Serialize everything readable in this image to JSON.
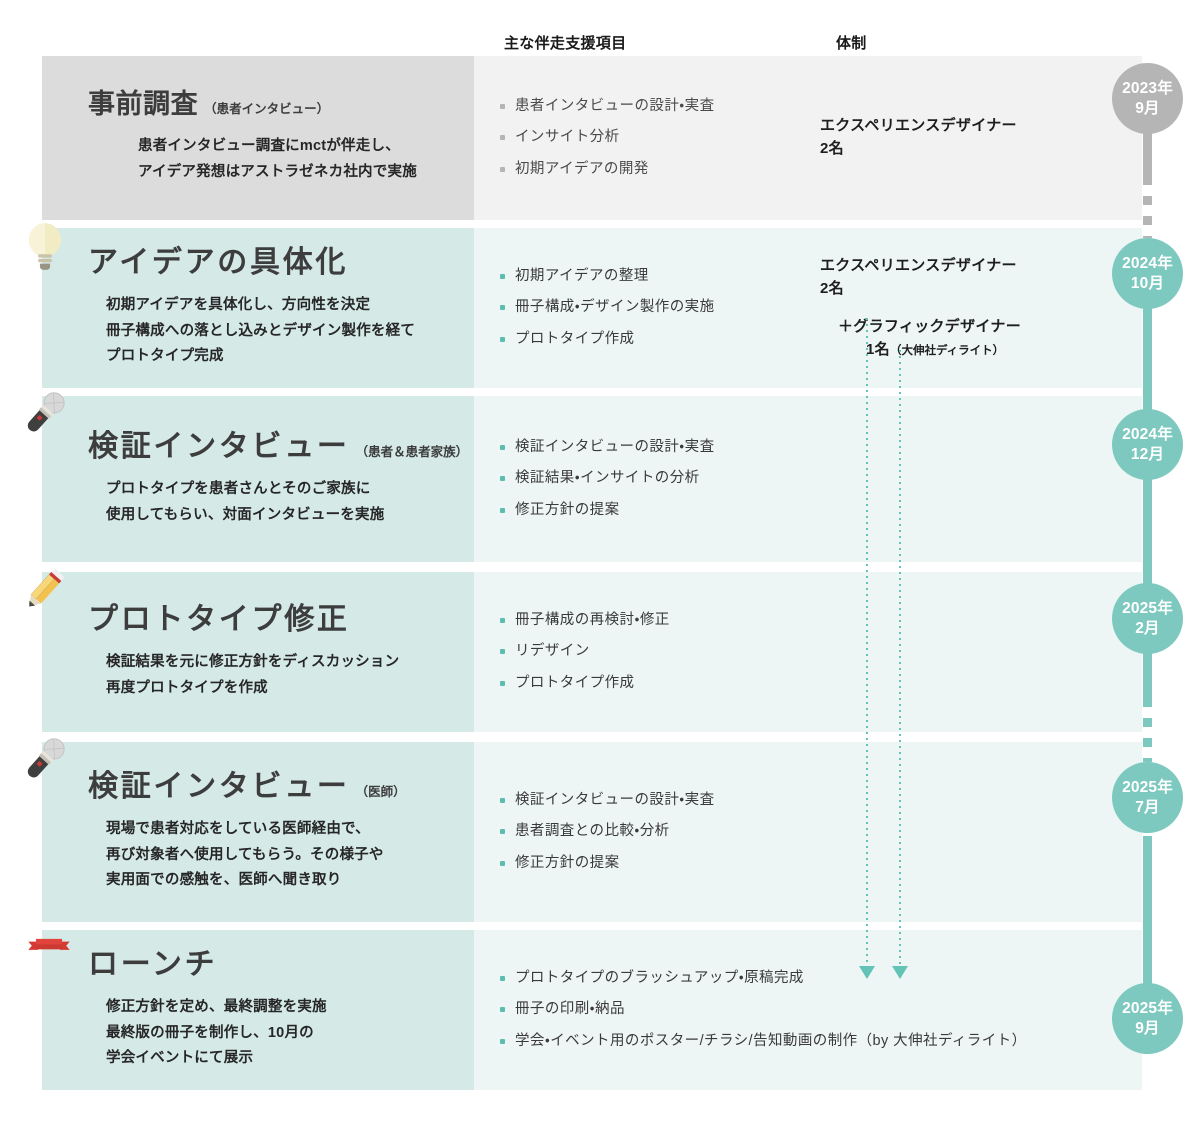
{
  "headers": {
    "items": "主な伴走支援項目",
    "team": "体制"
  },
  "colors": {
    "teal_panel": "#d5eae7",
    "teal_panel_light": "#eef6f5",
    "grey_panel": "#dcdcdc",
    "grey_panel_light": "#f2f2f2",
    "accent": "#7dc9bf",
    "accent_dot": "#5bbdb0",
    "grey_node": "#b5b5b5"
  },
  "rows": [
    {
      "icon": "none",
      "title": "事前調査",
      "subtitle": "（患者インタビュー）",
      "desc": [
        "患者インタビュー調査にmctが伴走し、",
        "アイデア発想はアストラゼネカ社内で実施"
      ],
      "items": [
        "患者インタビューの設計・実査",
        "インサイト分析",
        "初期アイデアの開発"
      ],
      "team_main": [
        "エクスペリエンスデザイナー",
        "2名"
      ],
      "team_extra": null,
      "team_extra_note": null
    },
    {
      "icon": "lightbulb-icon",
      "title": "アイデアの具体化",
      "subtitle": "",
      "desc": [
        "初期アイデアを具体化し、方向性を決定",
        "冊子構成への落とし込みとデザイン製作を経て",
        "プロトタイプ完成"
      ],
      "items": [
        "初期アイデアの整理",
        "冊子構成・デザイン製作の実施",
        "プロトタイプ作成"
      ],
      "team_main": [
        "エクスペリエンスデザイナー",
        "2名"
      ],
      "team_extra": "＋グラフィックデザイナー",
      "team_extra_line2": "1名",
      "team_extra_note": "（大伸社ディライト）"
    },
    {
      "icon": "microphone-icon",
      "title": "検証インタビュー",
      "subtitle": "（患者＆患者家族）",
      "desc": [
        "プロトタイプを患者さんとそのご家族に",
        "使用してもらい、対面インタビューを実施"
      ],
      "items": [
        "検証インタビューの設計・実査",
        "検証結果・インサイトの分析",
        "修正方針の提案"
      ],
      "team_main": null,
      "team_extra": null,
      "team_extra_note": null
    },
    {
      "icon": "pencil-icon",
      "title": "プロトタイプ修正",
      "subtitle": "",
      "desc": [
        "検証結果を元に修正方針をディスカッション",
        "再度プロトタイプを作成"
      ],
      "items": [
        "冊子構成の再検討・修正",
        "リデザイン",
        "プロトタイプ作成"
      ],
      "team_main": null,
      "team_extra": null,
      "team_extra_note": null
    },
    {
      "icon": "microphone-icon",
      "title": "検証インタビュー",
      "subtitle": "（医師）",
      "desc": [
        "現場で患者対応をしている医師経由で、",
        "再び対象者へ使用してもらう。その様子や",
        "実用面での感触を、医師へ聞き取り"
      ],
      "items": [
        "検証インタビューの設計・実査",
        "患者調査との比較・分析",
        "修正方針の提案"
      ],
      "team_main": null,
      "team_extra": null,
      "team_extra_note": null
    },
    {
      "icon": "ribbon-icon",
      "title": "ローンチ",
      "subtitle": "",
      "desc": [
        "修正方針を定め、最終調整を実施",
        "最終版の冊子を制作し、10月の",
        "学会イベントにて展示"
      ],
      "items": [
        "プロトタイプのブラッシュアップ・原稿完成",
        "冊子の印刷・納品",
        "学会・イベント用のポスター/チラシ/告知動画の制作（by 大伸社ディライト）"
      ],
      "team_main": null,
      "team_extra": null,
      "team_extra_note": null
    }
  ],
  "timeline": [
    {
      "year": "2023年",
      "month": "9月",
      "style": "grey"
    },
    {
      "year": "2024年",
      "month": "10月",
      "style": "teal"
    },
    {
      "year": "2024年",
      "month": "12月",
      "style": "teal"
    },
    {
      "year": "2025年",
      "month": "2月",
      "style": "teal"
    },
    {
      "year": "2025年",
      "month": "7月",
      "style": "teal"
    },
    {
      "year": "2025年",
      "month": "9月",
      "style": "teal"
    }
  ]
}
